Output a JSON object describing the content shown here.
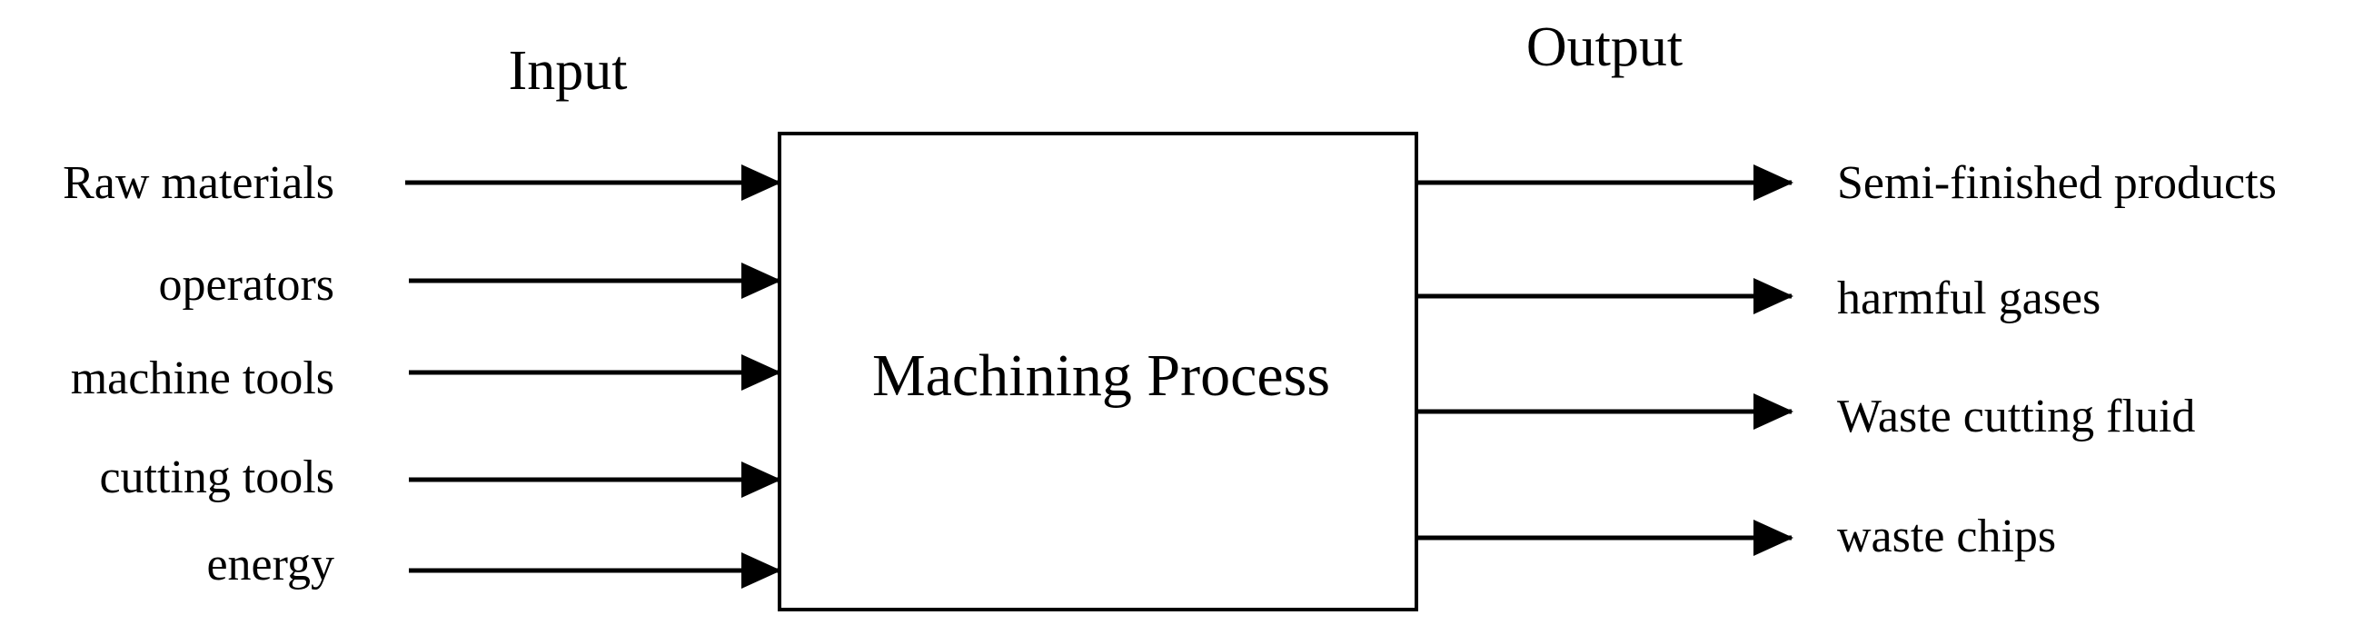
{
  "input_heading": "Input",
  "output_heading": "Output",
  "process_label": "Machining Process",
  "inputs": [
    "Raw materials",
    "operators",
    "machine tools",
    "cutting tools",
    "energy"
  ],
  "outputs": [
    "Semi-finished products",
    "harmful gases",
    "Waste cutting fluid",
    "waste chips"
  ]
}
